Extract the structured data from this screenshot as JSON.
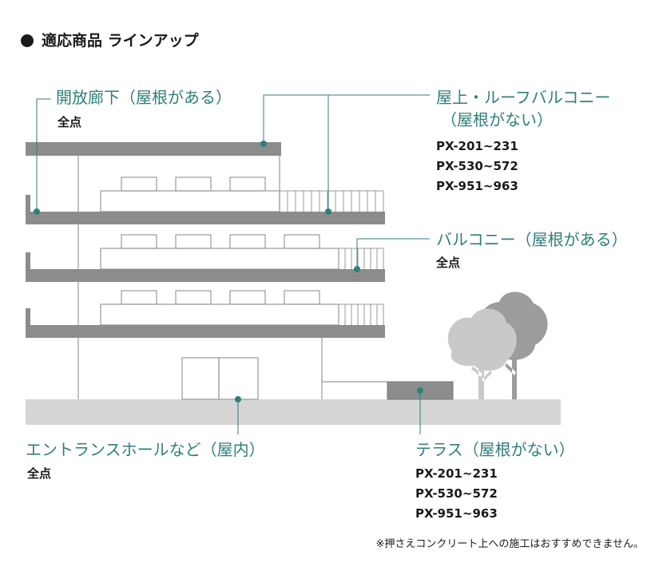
{
  "heading": "適応商品 ラインアップ",
  "callouts": {
    "open_corridor": {
      "title": "開放廊下（屋根がある）",
      "sub": "全点"
    },
    "rooftop": {
      "title": "屋上・ルーフバルコニー",
      "title2": "（屋根がない）",
      "codes": [
        "PX-201~231",
        "PX-530~572",
        "PX-951~963"
      ]
    },
    "balcony": {
      "title": "バルコニー（屋根がある）",
      "sub": "全点"
    },
    "entrance": {
      "title": "エントランスホールなど（屋内）",
      "sub": "全点"
    },
    "terrace": {
      "title": "テラス（屋根がない）",
      "codes": [
        "PX-201~231",
        "PX-530~572",
        "PX-951~963"
      ]
    }
  },
  "footnote": "※押さえコンクリート上への施工はおすすめできません。",
  "colors": {
    "accent": "#2f7f78",
    "slab": "#8c8c8c",
    "ground": "#d6d6d6",
    "line": "#9a9a9a"
  }
}
